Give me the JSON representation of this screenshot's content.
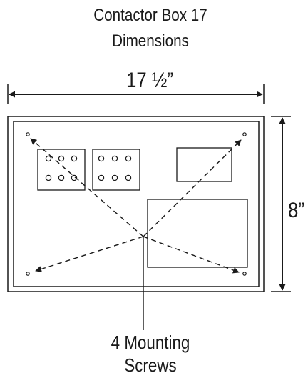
{
  "title": {
    "line1": "Contactor Box 17",
    "line2": "Dimensions"
  },
  "dimensions": {
    "width_label": "17 ½”",
    "height_label": "8”"
  },
  "callout": {
    "line1": "4 Mounting",
    "line2": "Screws"
  },
  "colors": {
    "ink": "#1a1a1a",
    "background": "#ffffff"
  }
}
